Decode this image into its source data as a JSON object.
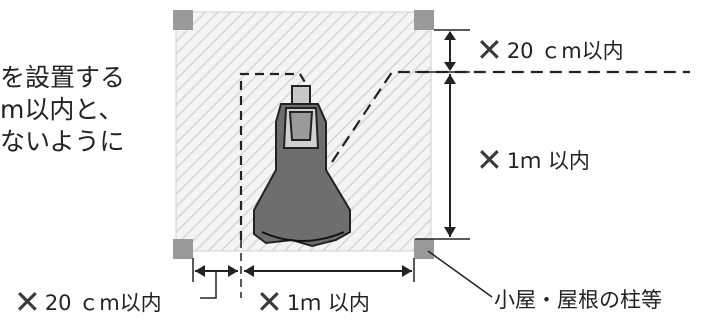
{
  "side_text": [
    "を設置する",
    "m以内と、",
    "ないように"
  ],
  "labels": {
    "top_right_gap": {
      "mark": "✕",
      "text": "20 ｃm以内"
    },
    "right_height": {
      "mark": "✕",
      "text": "1ｍ 以内"
    },
    "bottom_left_gap": {
      "mark": "✕",
      "text": "20 ｃm以内"
    },
    "bottom_width": {
      "mark": "✕",
      "text": "1ｍ 以内"
    },
    "pillar": "小屋・屋根の柱等"
  }
}
